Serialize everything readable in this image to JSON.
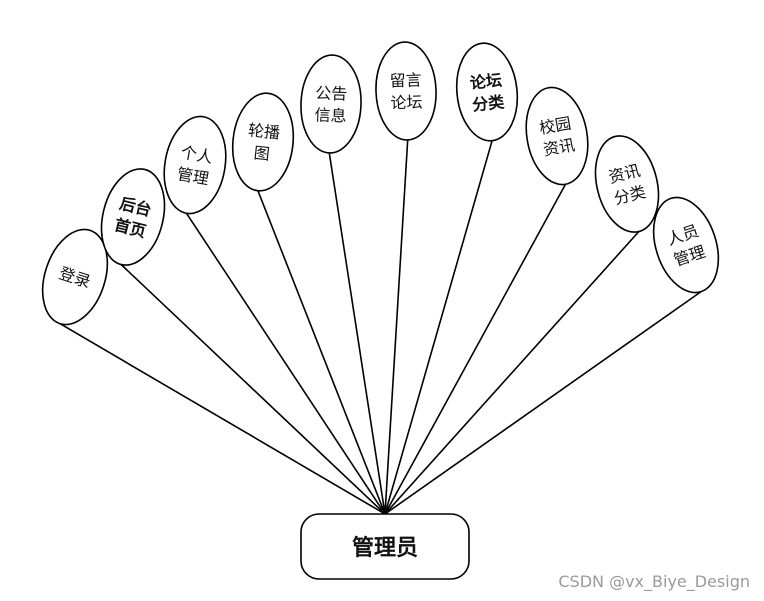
{
  "root": {
    "label": "管理员"
  },
  "nodes": [
    {
      "id": "login",
      "lines": [
        "登录"
      ],
      "bold": false
    },
    {
      "id": "backend-home",
      "lines": [
        "后台",
        "首页"
      ],
      "bold": true
    },
    {
      "id": "personal-mgmt",
      "lines": [
        "个人",
        "管理"
      ],
      "bold": false
    },
    {
      "id": "carousel",
      "lines": [
        "轮播",
        "图"
      ],
      "bold": false
    },
    {
      "id": "notice-info",
      "lines": [
        "公告",
        "信息"
      ],
      "bold": false
    },
    {
      "id": "message-forum",
      "lines": [
        "留言",
        "论坛"
      ],
      "bold": false
    },
    {
      "id": "forum-category",
      "lines": [
        "论坛",
        "分类"
      ],
      "bold": true
    },
    {
      "id": "campus-news",
      "lines": [
        "校园",
        "资讯"
      ],
      "bold": false
    },
    {
      "id": "news-category",
      "lines": [
        "资讯",
        "分类"
      ],
      "bold": false
    },
    {
      "id": "staff-mgmt",
      "lines": [
        "人员",
        "管理"
      ],
      "bold": false
    }
  ],
  "watermark": "CSDN @vx_Biye_Design"
}
